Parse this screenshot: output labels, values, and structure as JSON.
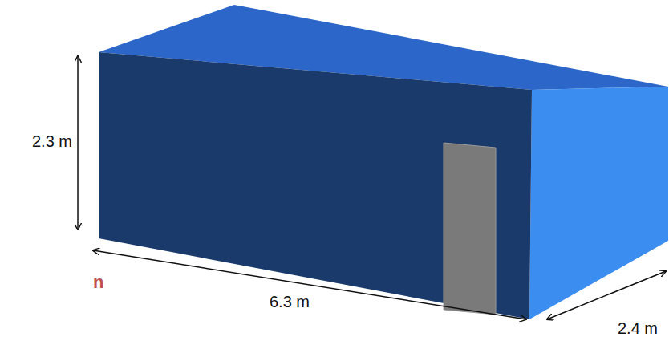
{
  "diagram": {
    "labels": [
      "2.3 m",
      "6.3 m",
      "2.4 m",
      "n"
    ]
  }
}
